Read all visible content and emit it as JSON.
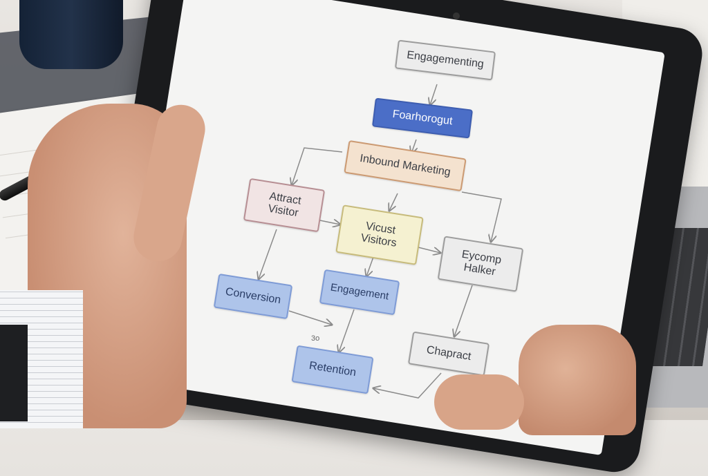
{
  "diagram": {
    "nodes": {
      "top": "Engagementing",
      "second": "Foarhorogut",
      "inbound": "Inbound Marketing",
      "attract": "Attract\nVisitor",
      "visit": "Vicust\nVisitors",
      "eycomp": "Eycomp\nHalker",
      "conversion": "Conversion",
      "engagement": "Engagement",
      "retention": "Retention",
      "chapract": "Chapract"
    },
    "stray_label": "3o"
  },
  "colors": {
    "grey_node": "#ececec",
    "blue_node": "#4b6ec7",
    "peach_node": "#f4e2cf",
    "pink_node": "#f1e4e4",
    "yellow_node": "#f5f1d1",
    "lightblue_node": "#aec4ea",
    "arrow": "#8a8a8a"
  },
  "icons": [
    "tablet-camera-icon"
  ]
}
